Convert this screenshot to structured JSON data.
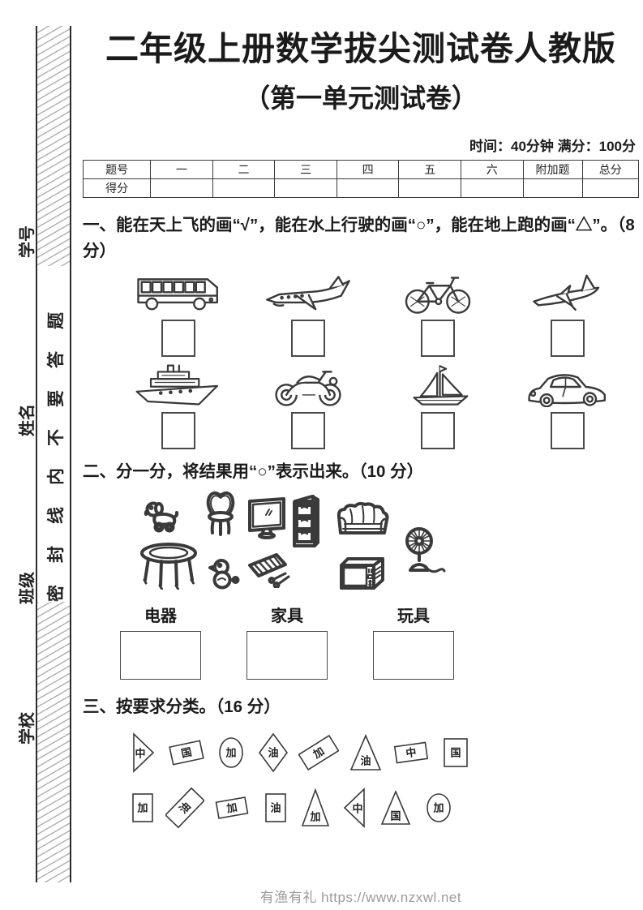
{
  "page": {
    "title": "二年级上册数学拔尖测试卷人教版",
    "subtitle": "（第一单元测试卷）",
    "meta": "时间：40分钟 满分：100分"
  },
  "seal": {
    "seal_text": "密封线内不要答题",
    "fields": [
      {
        "label": "学号"
      },
      {
        "label": "姓名"
      },
      {
        "label": "班级"
      },
      {
        "label": "学校"
      }
    ]
  },
  "score_table": {
    "header": [
      "题号",
      "一",
      "二",
      "三",
      "四",
      "五",
      "六",
      "附加题",
      "总分"
    ],
    "row_label": "得分"
  },
  "q1": {
    "text": "一、能在天上飞的画“√”，能在水上行驶的画“○”，能在地上跑的画“△”。（8 分）",
    "items_row1": [
      "bus",
      "airliner",
      "bicycle",
      "small-jet"
    ],
    "items_row2": [
      "ship",
      "motorcycle",
      "sailboat",
      "car"
    ]
  },
  "q2": {
    "text": "二、分一分，将结果用“○”表示出来。（10 分）",
    "items": [
      "toy-dog",
      "chair",
      "television",
      "drawer-cabinet",
      "sofa",
      "electric-fan",
      "round-table",
      "toy-duck",
      "toy-xylophone",
      "microwave-oven"
    ],
    "categories": [
      "电器",
      "家具",
      "玩具"
    ]
  },
  "q3": {
    "text": "三、按要求分类。（16 分）",
    "row1": [
      {
        "shape": "triangle-right",
        "label": "中"
      },
      {
        "shape": "rect-tilted",
        "label": "国"
      },
      {
        "shape": "ellipse",
        "label": "加"
      },
      {
        "shape": "diamond",
        "label": "油"
      },
      {
        "shape": "rect-tilted-steep",
        "label": "加"
      },
      {
        "shape": "triangle-up",
        "label": "油"
      },
      {
        "shape": "rect-tilted-slight",
        "label": "中"
      },
      {
        "shape": "square",
        "label": "国"
      }
    ],
    "row2": [
      {
        "shape": "square",
        "label": "加"
      },
      {
        "shape": "rect-tilted-steep",
        "label": "油"
      },
      {
        "shape": "rect-tilted-slight",
        "label": "加"
      },
      {
        "shape": "square",
        "label": "油"
      },
      {
        "shape": "triangle-up",
        "label": "加"
      },
      {
        "shape": "triangle-left",
        "label": "中"
      },
      {
        "shape": "triangle-up",
        "label": "国"
      },
      {
        "shape": "ellipse",
        "label": "加"
      }
    ]
  },
  "footer": {
    "text": "有渔有礼 https://www.nzxwl.net"
  }
}
